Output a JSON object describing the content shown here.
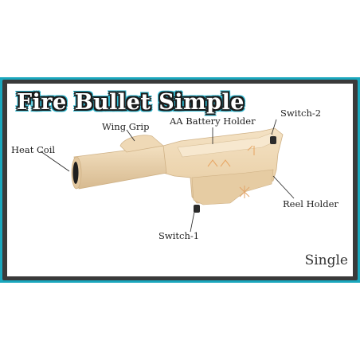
{
  "title": "Fire Bullet Simple",
  "labels": {
    "heat_coil": "Heat Coil",
    "wing_grip": "Wing Grip",
    "aa_battery_holder": "AA Battery Holder",
    "switch_2": "Switch-2",
    "reel_holder": "Reel Holder",
    "switch_1": "Switch-1"
  },
  "variant": "Single",
  "colors": {
    "frame_accent": "#1aa7bd",
    "frame_dark": "#3a3a3a",
    "body_color": "#efd8b4",
    "body_shadow": "#d9bd93"
  }
}
